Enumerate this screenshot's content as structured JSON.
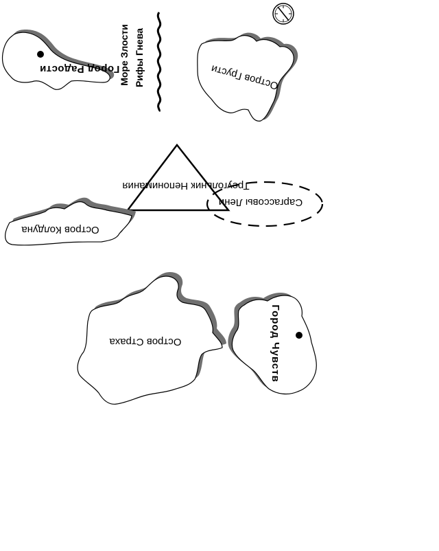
{
  "map": {
    "labels": {
      "city_of_joy": "Город Радости",
      "sea_of_anger": "Море Злости",
      "reefs_of_wrath": "Рифы Гнева",
      "island_of_sadness": "Остров Грусти",
      "triangle_of_misunderstanding": "Треугольник Непонимания",
      "sargasso_of_laziness": "Саргассовы Лени",
      "island_of_kolduna": "Остров Колдуна",
      "island_of_fear": "Остров Страха",
      "city_of_feelings": "Город Чувств"
    },
    "icons": {
      "compass": "compass-icon",
      "city_marker": "city-dot-icon"
    },
    "colors": {
      "ink": "#000000",
      "shadow": "#707070",
      "land": "#ffffff"
    }
  }
}
